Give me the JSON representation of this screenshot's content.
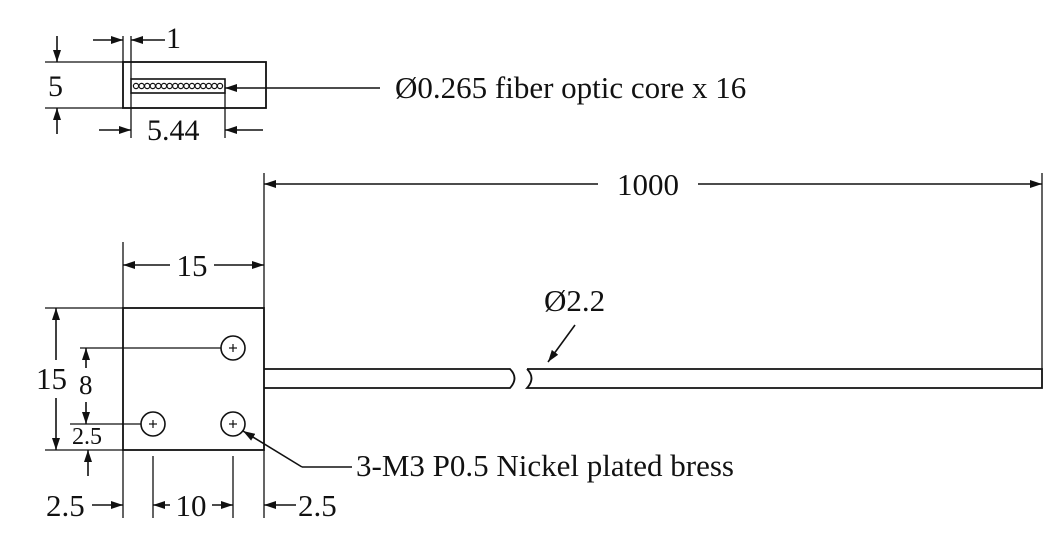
{
  "top_view": {
    "dim_offset": "1",
    "dim_height": "5",
    "dim_width": "5.44",
    "core_label": "Ø0.265 fiber optic core x 16",
    "core_count": 16
  },
  "side_view": {
    "dim_length": "1000",
    "dim_block_width": "15",
    "dim_block_height": "15",
    "dim_hole_vertical": "8",
    "dim_hole_bottom": "2.5",
    "dim_left_margin": "2.5",
    "dim_hole_spacing": "10",
    "dim_right_margin": "2.5",
    "cable_diameter": "Ø2.2",
    "hole_label": "3-M3 P0.5 Nickel plated bress"
  },
  "colors": {
    "line": "#111111",
    "background": "#ffffff"
  }
}
